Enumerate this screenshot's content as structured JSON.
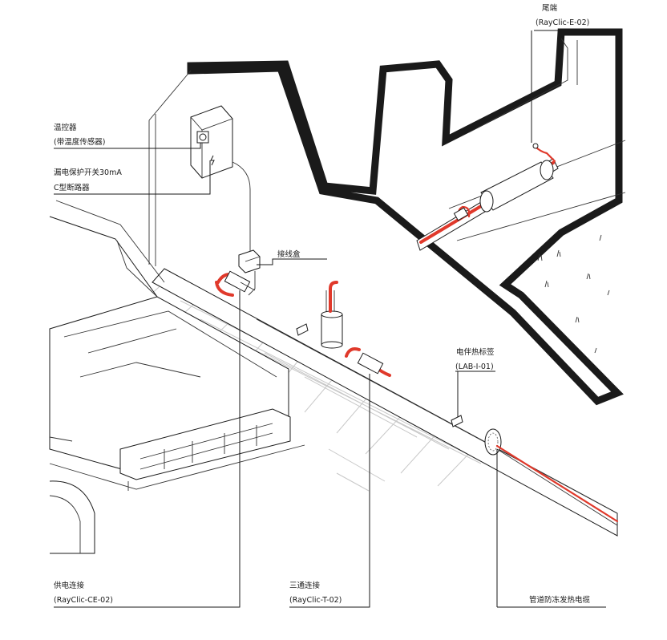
{
  "labels": {
    "end_seal": "尾端",
    "end_seal_code": "(RayClic-E-02)",
    "thermostat": "温控器",
    "thermostat_sub": "(带温度传感器)",
    "breaker": "漏电保护开关30mA",
    "breaker_sub": "C型断路器",
    "junction_box": "接线盒",
    "cable_label": "电伴热标签",
    "cable_label_code": "(LAB-I-01)",
    "power_connection": "供电连接",
    "power_connection_code": "(RayClic-CE-02)",
    "tee_connection": "三通连接",
    "tee_connection_code": "(RayClic-T-02)",
    "pipe_cable": "管道防冻发热电缆"
  },
  "colors": {
    "heating_cable": "#e0392b",
    "line": "#1a1a1a",
    "grid": "#c8c8c8"
  }
}
